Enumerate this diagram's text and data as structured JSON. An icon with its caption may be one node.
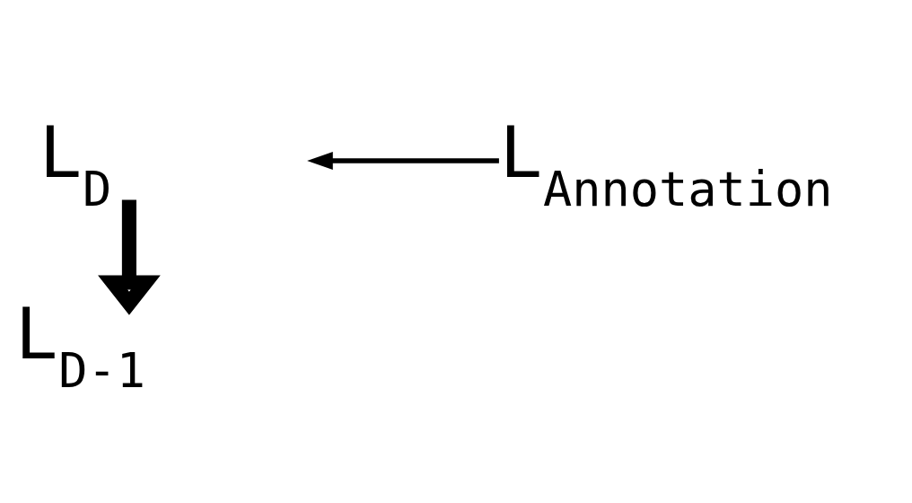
{
  "diagram": {
    "nodes": [
      {
        "text": [
          "L$_{D}$"
        ]
      },
      {
        "text": [
          "L$_{D-1}$"
        ]
      },
      {
        "text": [
          "L$_{Annotation}$"
        ]
      }
    ],
    "edges": [
      {
        "from": 0,
        "to": 1,
        "arrow": "to",
        "style": "thick"
      },
      {
        "from": 2,
        "to": null,
        "arrow": "to"
      }
    ]
  }
}
